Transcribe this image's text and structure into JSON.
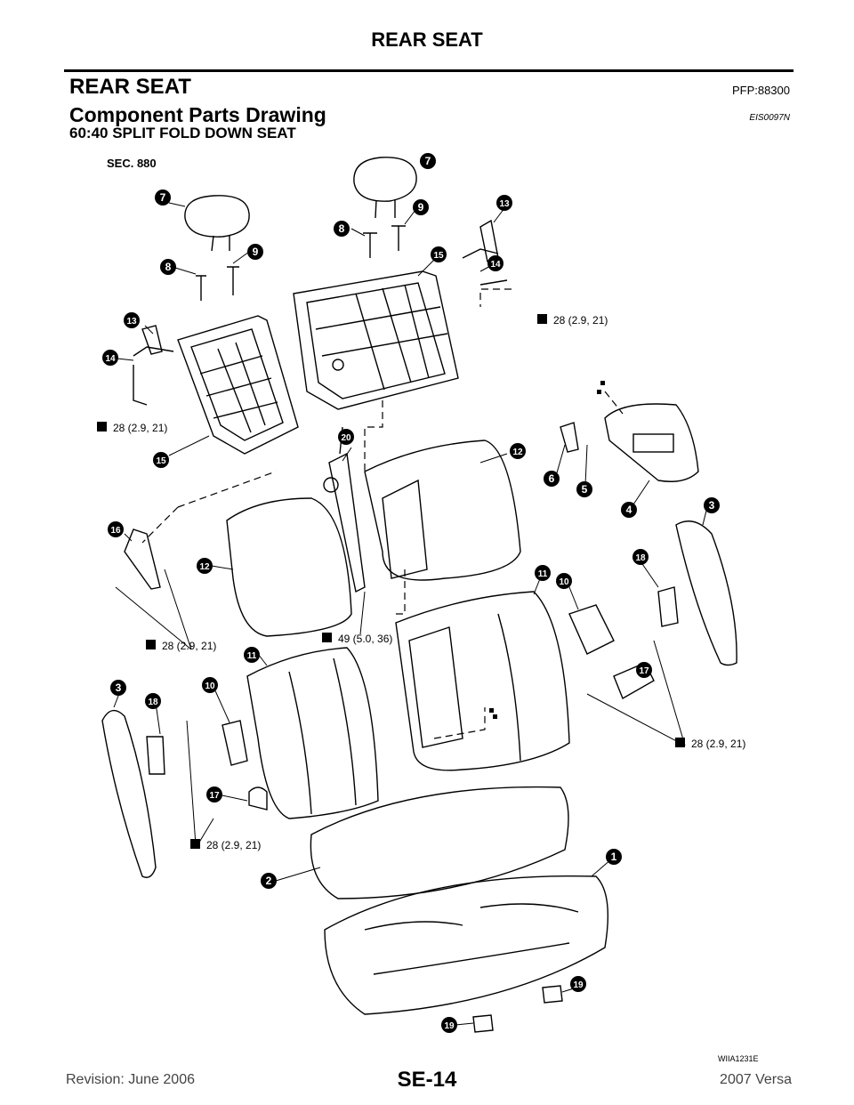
{
  "header": {
    "title": "REAR SEAT"
  },
  "section": {
    "title": "REAR SEAT",
    "pfp": "PFP:88300"
  },
  "subsection": {
    "title": "Component Parts Drawing",
    "code": "EIS0097N"
  },
  "caption": "60:40 SPLIT FOLD DOWN SEAT",
  "diagram": {
    "sec_label": "SEC. 880",
    "torque_28": "28 (2.9, 21)",
    "torque_49": "49 (5.0, 36)",
    "image_code": "WIIA1231E",
    "callouts": [
      "1",
      "2",
      "3",
      "4",
      "5",
      "6",
      "7",
      "8",
      "9",
      "10",
      "11",
      "12",
      "13",
      "14",
      "15",
      "16",
      "17",
      "18",
      "19",
      "20"
    ]
  },
  "footer": {
    "revision": "Revision: June 2006",
    "page": "SE-14",
    "model": "2007 Versa"
  }
}
